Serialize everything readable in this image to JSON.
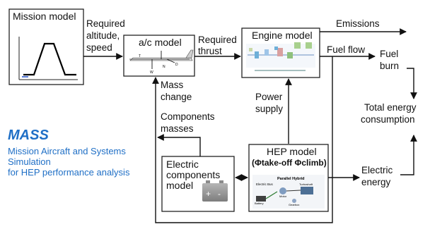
{
  "blocks": {
    "mission": "Mission model",
    "ac": "a/c model",
    "engine": "Engine model",
    "hep": "HEP model",
    "hep_formula": "(Φtake-off Φclimb)",
    "electric": [
      "Electric",
      "components",
      "model"
    ]
  },
  "labels": {
    "required_altitude": [
      "Required",
      "altitude,",
      "speed"
    ],
    "required_thrust": [
      "Required",
      "thrust"
    ],
    "emissions": "Emissions",
    "fuel_flow": "Fuel flow",
    "fuel_burn": [
      "Fuel",
      "burn"
    ],
    "total_energy": [
      "Total energy",
      "consumption"
    ],
    "mass_change": [
      "Mass",
      "change"
    ],
    "power_supply": [
      "Power",
      "supply"
    ],
    "components_masses": [
      "Components",
      "masses"
    ],
    "electric_energy": [
      "Electric",
      "energy"
    ]
  },
  "mass_info": {
    "title": "MASS",
    "lines": [
      "Mission Aircraft and Systems",
      "Simulation",
      "for HEP performance analysis"
    ]
  },
  "hep_image": {
    "title": "Parallel Hybrid",
    "labels": [
      "Electric Bus",
      "Battery",
      "Motor",
      "Turboshaft",
      "Gearbox"
    ]
  },
  "battery_icon": [
    "+",
    "-"
  ],
  "colors": {
    "mass_blue": "#1f6fc6",
    "battery_gray": "#9a9a9a",
    "block_stroke": "#222222"
  }
}
